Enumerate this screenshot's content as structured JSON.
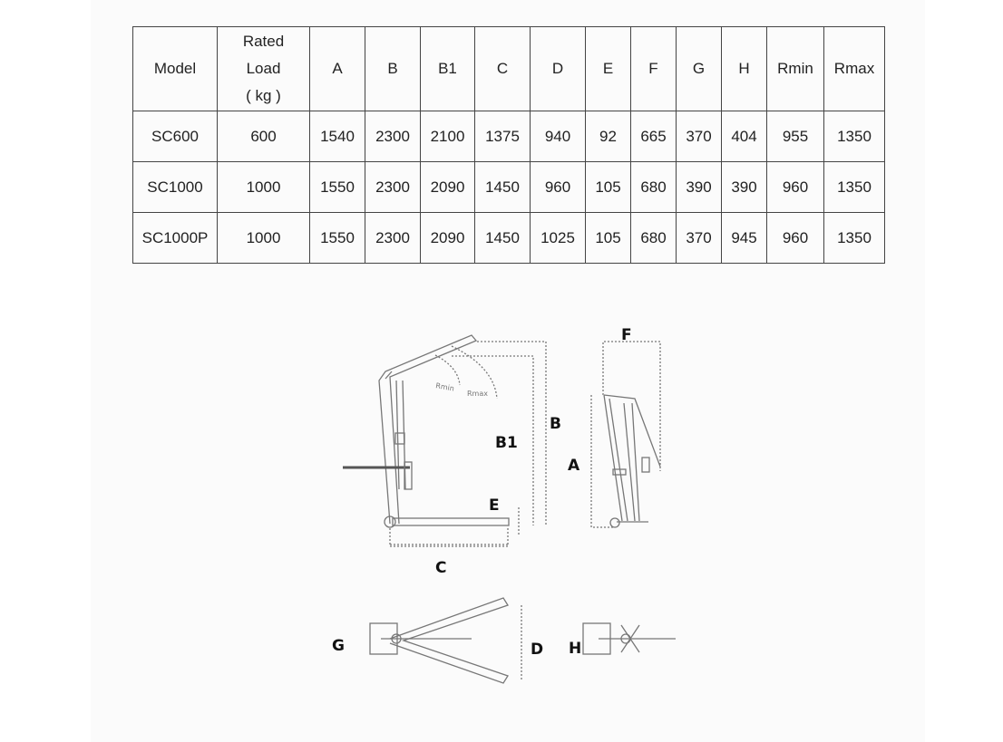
{
  "table": {
    "headers": [
      "Model",
      "Rated Load ( kg )",
      "A",
      "B",
      "B1",
      "C",
      "D",
      "E",
      "F",
      "G",
      "H",
      "Rmin",
      "Rmax"
    ],
    "header_rated_lines": [
      "Rated",
      "Load",
      "( kg )"
    ],
    "rows": [
      [
        "SC600",
        "600",
        "1540",
        "2300",
        "2100",
        "1375",
        "940",
        "92",
        "665",
        "370",
        "404",
        "955",
        "1350"
      ],
      [
        "SC1000",
        "1000",
        "1550",
        "2300",
        "2090",
        "1450",
        "960",
        "105",
        "680",
        "390",
        "390",
        "960",
        "1350"
      ],
      [
        "SC1000P",
        "1000",
        "1550",
        "2300",
        "2090",
        "1450",
        "1025",
        "105",
        "680",
        "370",
        "945",
        "960",
        "1350"
      ]
    ]
  },
  "diagram": {
    "labels": {
      "B1": "B1",
      "B": "B",
      "A": "A",
      "E": "E",
      "C": "C",
      "F": "F",
      "G": "G",
      "D": "D",
      "H": "H"
    },
    "small_labels": {
      "rmin": "Rmin",
      "rmax": "Rmax"
    }
  }
}
